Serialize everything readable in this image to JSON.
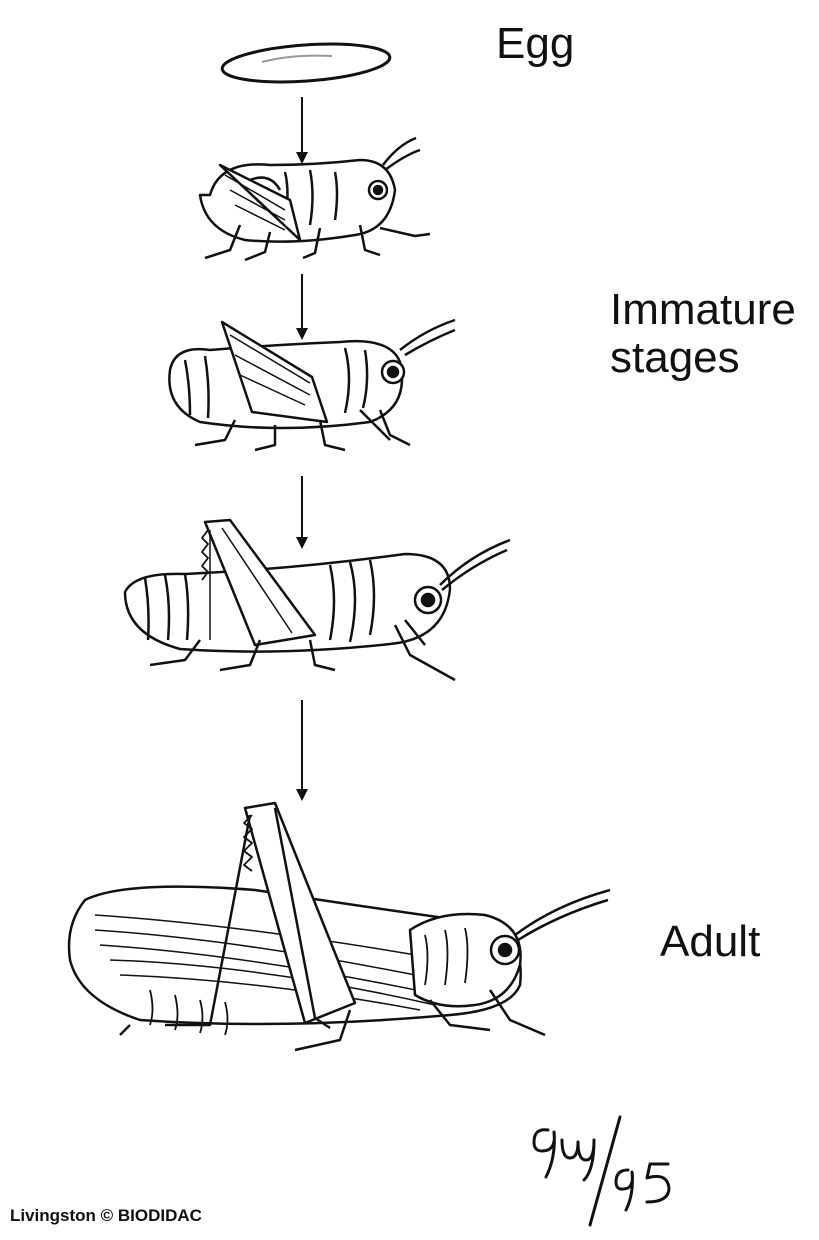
{
  "labels": {
    "egg": "Egg",
    "immature_line1": "Immature",
    "immature_line2": "stages",
    "adult": "Adult"
  },
  "credit": "Livingston © BIODIDAC",
  "signature": "9uj/95",
  "stages": [
    {
      "id": "egg",
      "name": "egg"
    },
    {
      "id": "nymph-1",
      "name": "immature stage 1"
    },
    {
      "id": "nymph-2",
      "name": "immature stage 2"
    },
    {
      "id": "nymph-3",
      "name": "immature stage 3"
    },
    {
      "id": "adult",
      "name": "adult"
    }
  ],
  "colors": {
    "ink": "#111111",
    "background": "#ffffff"
  }
}
